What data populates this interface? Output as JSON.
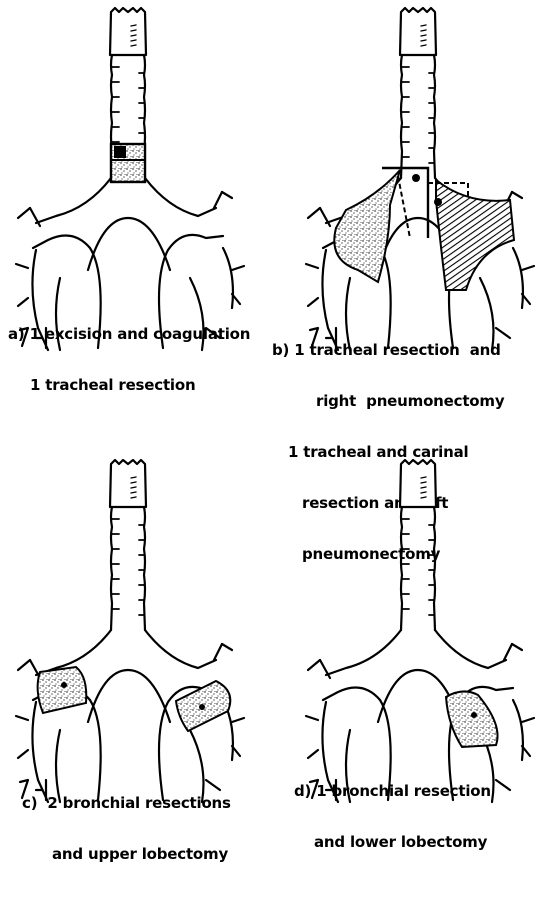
{
  "panels": [
    {
      "id": "a",
      "caption_lines": [
        "a) 1 excision and coagulation",
        "1 tracheal resection"
      ]
    },
    {
      "id": "b",
      "caption_lines": [
        "b) 1 tracheal resection  and",
        "right  pneumonectomy",
        "1 tracheal and carinal",
        "resection and left",
        "pneumonectomy"
      ]
    },
    {
      "id": "c",
      "caption_lines": [
        "c)  2 bronchial resections",
        "and upper lobectomy"
      ]
    },
    {
      "id": "d",
      "caption_lines": [
        "d) 1 bronchial resection",
        "and lower lobectomy"
      ]
    }
  ],
  "colors": {
    "ink": "#000000",
    "paper": "#ffffff"
  }
}
